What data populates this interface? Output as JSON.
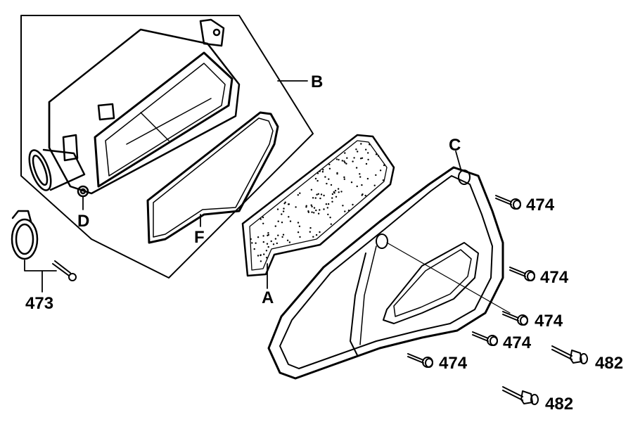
{
  "labels": {
    "A": "A",
    "B": "B",
    "C": "C",
    "D": "D",
    "F": "F",
    "n473": "473",
    "n474a": "474",
    "n474b": "474",
    "n474c": "474",
    "n474d": "474",
    "n474e": "474",
    "n482a": "482",
    "n482b": "482"
  }
}
